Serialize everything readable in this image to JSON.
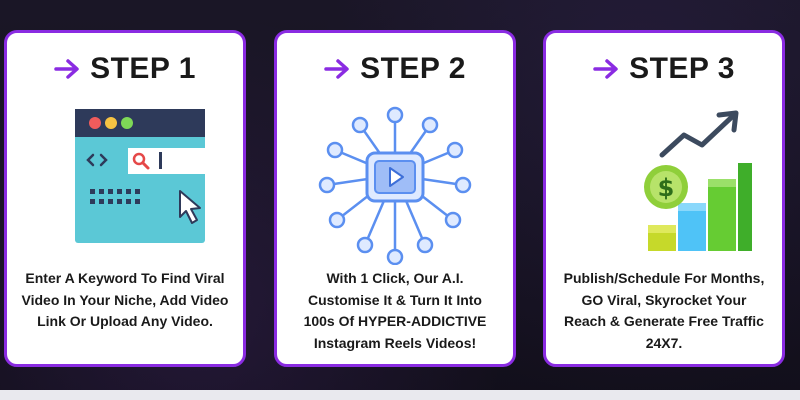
{
  "steps": [
    {
      "title": "STEP 1",
      "icon": "browser-search-icon",
      "description": "Enter A Keyword To Find Viral Video In Your Niche, Add Video Link Or Upload Any Video."
    },
    {
      "title": "STEP 2",
      "icon": "ai-network-play-icon",
      "description": "With 1 Click, Our A.I. Customise It & Turn It Into 100s Of HYPER-ADDICTIVE Instagram Reels Videos!"
    },
    {
      "title": "STEP 3",
      "icon": "money-growth-chart-icon",
      "description": "Publish/Schedule For Months, GO Viral, Skyrocket Your Reach & Generate Free Traffic 24X7."
    }
  ],
  "colors": {
    "accent": "#8a2be2",
    "card_border": "#8a2be2",
    "background": "#15121f"
  }
}
